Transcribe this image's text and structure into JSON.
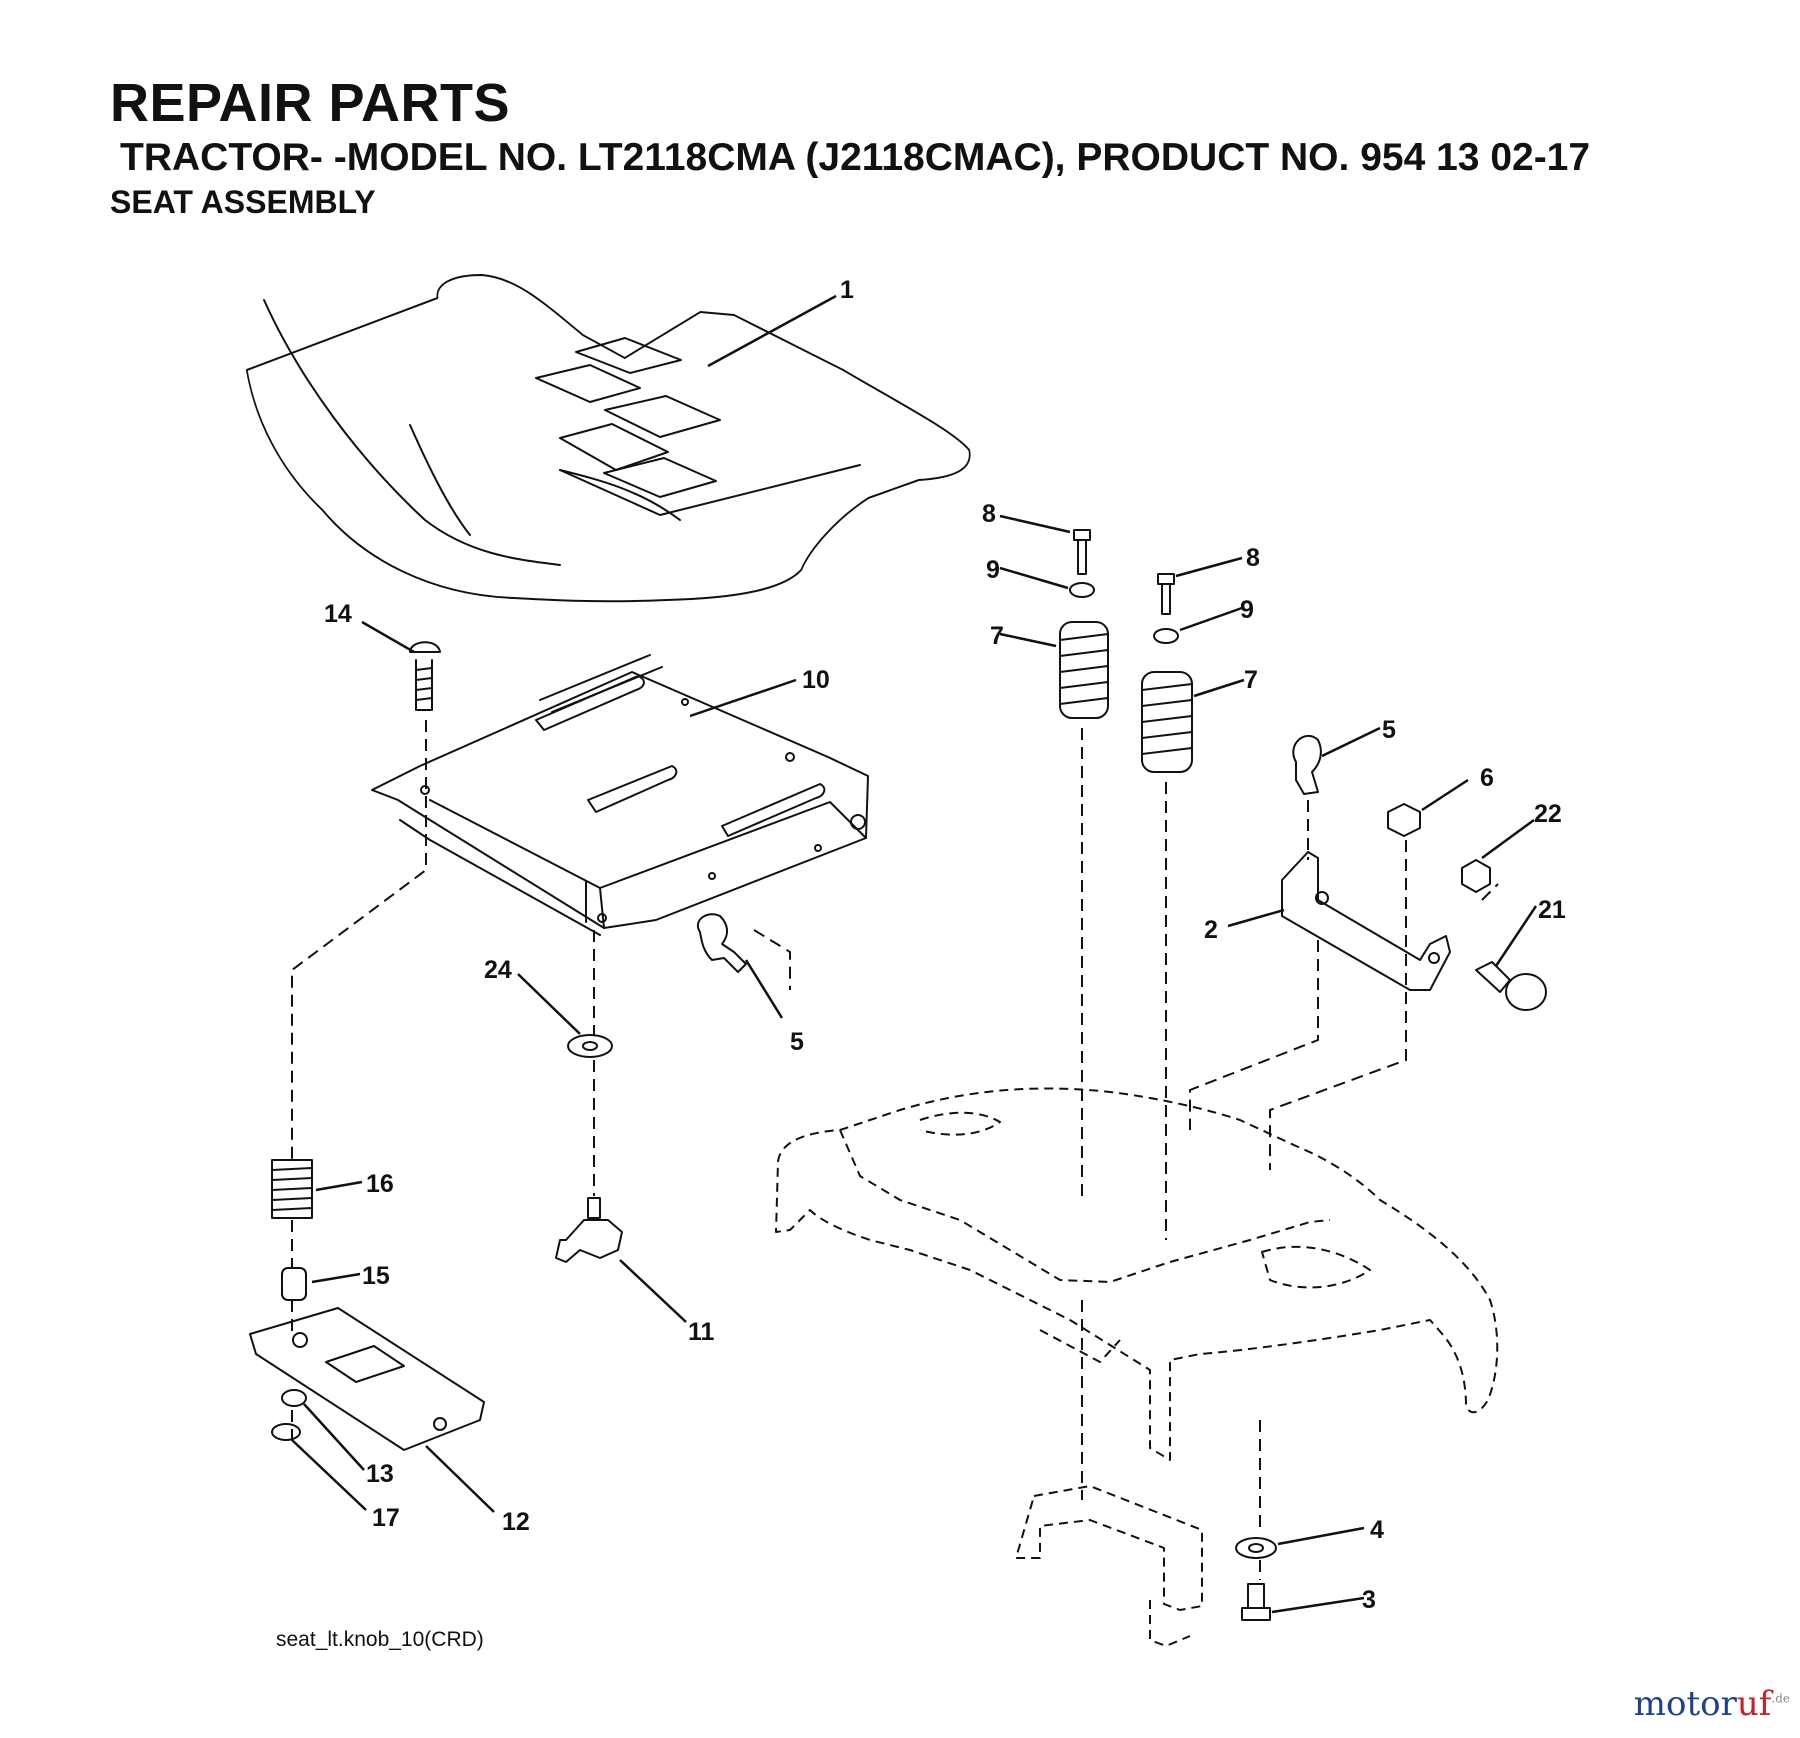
{
  "header": {
    "title": "REPAIR PARTS",
    "subtitle": "TRACTOR- -MODEL NO. LT2118CMA (J2118CMAC), PRODUCT NO. 954 13 02-17",
    "section": "SEAT ASSEMBLY"
  },
  "callouts": [
    {
      "id": "c1",
      "label": "1"
    },
    {
      "id": "c14",
      "label": "14"
    },
    {
      "id": "c10",
      "label": "10"
    },
    {
      "id": "c24",
      "label": "24"
    },
    {
      "id": "c5a",
      "label": "5"
    },
    {
      "id": "c16",
      "label": "16"
    },
    {
      "id": "c15",
      "label": "15"
    },
    {
      "id": "c11",
      "label": "11"
    },
    {
      "id": "c13",
      "label": "13"
    },
    {
      "id": "c17",
      "label": "17"
    },
    {
      "id": "c12",
      "label": "12"
    },
    {
      "id": "c8a",
      "label": "8"
    },
    {
      "id": "c9a",
      "label": "9"
    },
    {
      "id": "c7a",
      "label": "7"
    },
    {
      "id": "c8b",
      "label": "8"
    },
    {
      "id": "c9b",
      "label": "9"
    },
    {
      "id": "c7b",
      "label": "7"
    },
    {
      "id": "c5b",
      "label": "5"
    },
    {
      "id": "c6",
      "label": "6"
    },
    {
      "id": "c22",
      "label": "22"
    },
    {
      "id": "c2",
      "label": "2"
    },
    {
      "id": "c21",
      "label": "21"
    },
    {
      "id": "c4",
      "label": "4"
    },
    {
      "id": "c3",
      "label": "3"
    }
  ],
  "drawing_ref": "seat_lt.knob_10(CRD)",
  "watermark": {
    "part1": "motor",
    "part2": "uf",
    "suffix": ".de"
  }
}
